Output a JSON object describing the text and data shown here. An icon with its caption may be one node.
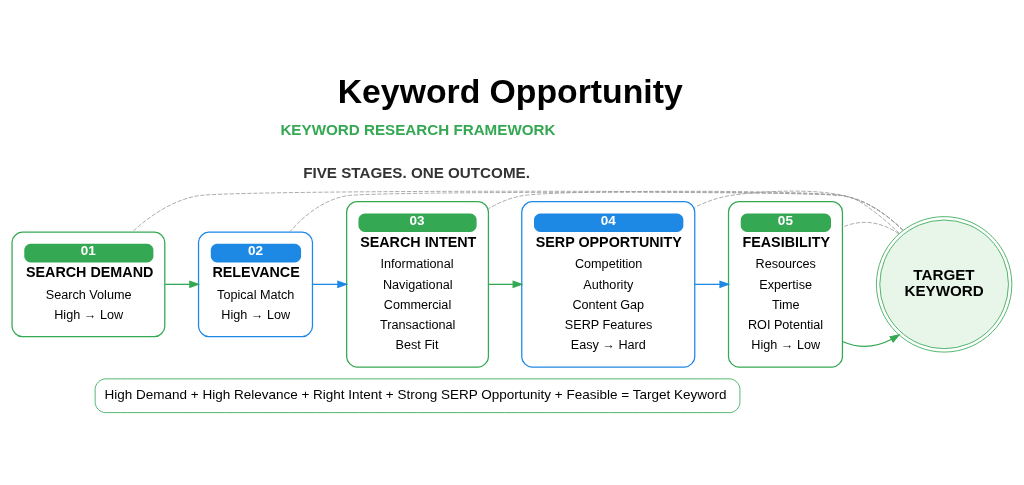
{
  "diagram": {
    "title": "Keyword Opportunity",
    "nodes": [
      {
        "text": [
          "01",
          "SEARCH DEMAND",
          "Search Volume",
          "High → Low"
        ]
      },
      {
        "text": [
          "02",
          "RELEVANCE",
          "Topical Match",
          "High → Low"
        ]
      },
      {
        "text": [
          "03",
          "SEARCH INTENT",
          "Informational",
          "Navigational",
          "Commercial",
          "Transactional",
          "Best Fit"
        ]
      },
      {
        "text": [
          "04",
          "SERP OPPORTUNITY",
          "Competition",
          "Authority",
          "Content Gap",
          "SERP Features",
          "Easy → Hard"
        ]
      },
      {
        "text": [
          "05",
          "FEASIBILITY",
          "Resources",
          "Expertise",
          "Time",
          "ROI Potential",
          "High → Low"
        ]
      },
      {
        "text": [
          "TARGET KEYWORD"
        ]
      },
      {
        "text": [
          "High Demand + High Relevance + Right Intent + Strong SERP Opportunity + Feasible = Target Keyword"
        ]
      }
    ],
    "edges": [
      {
        "from": 0,
        "to": 1,
        "arrow": "to",
        "color": "#34a853"
      },
      {
        "from": 1,
        "to": 2,
        "arrow": "to",
        "color": "#1e88e5"
      },
      {
        "from": 2,
        "to": 3,
        "arrow": "to",
        "color": "#34a853"
      },
      {
        "from": 3,
        "to": 4,
        "arrow": "to",
        "color": "#1e88e5"
      },
      {
        "from": 4,
        "to": 5,
        "arrow": "to",
        "color": "#34a853"
      },
      {
        "from": 0,
        "to": 5,
        "arrow": "none",
        "style": "dashed",
        "color": "#9e9e9e"
      },
      {
        "from": 1,
        "to": 5,
        "arrow": "none",
        "style": "dashed",
        "color": "#9e9e9e"
      },
      {
        "from": 2,
        "to": 5,
        "arrow": "none",
        "style": "dashed",
        "color": "#9e9e9e"
      },
      {
        "from": 3,
        "to": 5,
        "arrow": "none",
        "style": "dashed",
        "color": "#9e9e9e"
      },
      {
        "from": 4,
        "to": 5,
        "arrow": "none",
        "style": "dashed",
        "color": "#9e9e9e"
      }
    ],
    "labels": [
      "KEYWORD RESEARCH FRAMEWORK",
      "FIVE STAGES. ONE OUTCOME."
    ]
  }
}
